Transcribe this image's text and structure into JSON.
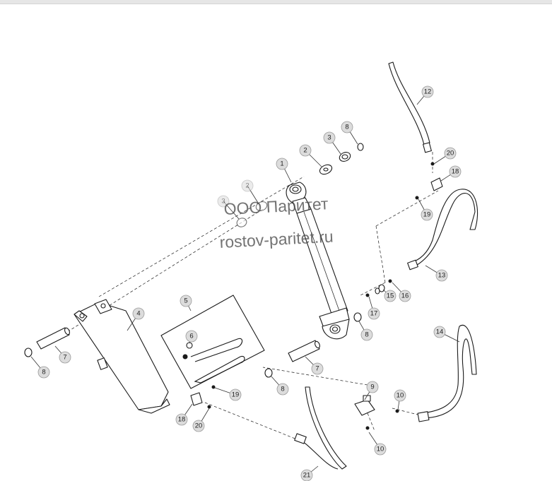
{
  "watermark": {
    "line1": "ООО Паритет",
    "line2": "rostov-paritet.ru"
  },
  "callouts": [
    {
      "id": "c1",
      "label": "1"
    },
    {
      "id": "c2a",
      "label": "2"
    },
    {
      "id": "c2b",
      "label": "2"
    },
    {
      "id": "c3a",
      "label": "3"
    },
    {
      "id": "c3b",
      "label": "3"
    },
    {
      "id": "c4",
      "label": "4"
    },
    {
      "id": "c5",
      "label": "5"
    },
    {
      "id": "c6",
      "label": "6"
    },
    {
      "id": "c7a",
      "label": "7"
    },
    {
      "id": "c7b",
      "label": "7"
    },
    {
      "id": "c8a",
      "label": "8"
    },
    {
      "id": "c8b",
      "label": "8"
    },
    {
      "id": "c8c",
      "label": "8"
    },
    {
      "id": "c8d",
      "label": "8"
    },
    {
      "id": "c9",
      "label": "9"
    },
    {
      "id": "c10a",
      "label": "10"
    },
    {
      "id": "c10b",
      "label": "10"
    },
    {
      "id": "c12",
      "label": "12"
    },
    {
      "id": "c13",
      "label": "13"
    },
    {
      "id": "c14",
      "label": "14"
    },
    {
      "id": "c15",
      "label": "15"
    },
    {
      "id": "c16",
      "label": "16"
    },
    {
      "id": "c17",
      "label": "17"
    },
    {
      "id": "c18a",
      "label": "18"
    },
    {
      "id": "c18b",
      "label": "18"
    },
    {
      "id": "c19a",
      "label": "19"
    },
    {
      "id": "c19b",
      "label": "19"
    },
    {
      "id": "c20a",
      "label": "20"
    },
    {
      "id": "c20b",
      "label": "20"
    },
    {
      "id": "c21",
      "label": "21"
    }
  ]
}
